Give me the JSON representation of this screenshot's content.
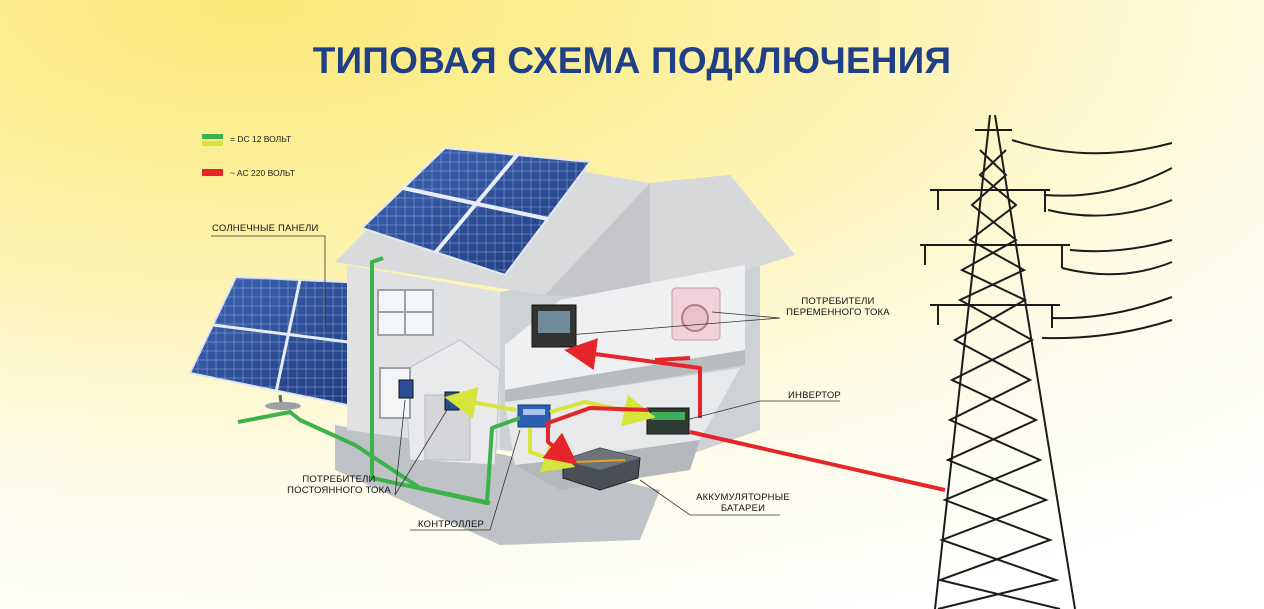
{
  "title": "ТИПОВАЯ СХЕМА ПОДКЛЮЧЕНИЯ",
  "legend": [
    {
      "text": "= DC 12 ВОЛЬТ",
      "colors": [
        "#3cb34a",
        "#d7e43a"
      ]
    },
    {
      "text": "~ AC 220 ВОЛЬТ",
      "colors": [
        "#e5252a"
      ]
    }
  ],
  "labels": {
    "solar_panels": "СОЛНЕЧНЫЕ ПАНЕЛИ",
    "ac_consumers": [
      "ПОТРЕБИТЕЛИ",
      "ПЕРЕМЕННОГО ТОКА"
    ],
    "inverter": "ИНВЕРТОР",
    "dc_consumers": [
      "ПОТРЕБИТЕЛИ",
      "ПОСТОЯННОГО ТОКА"
    ],
    "batteries": [
      "АККУМУЛЯТОРНЫЕ",
      "БАТАРЕИ"
    ],
    "controller": "КОНТРОЛЛЕР"
  },
  "colors": {
    "title": "#1f3f86",
    "dc_green": "#3cb34a",
    "dc_yellow": "#d7e43a",
    "ac_red": "#e5252a"
  }
}
